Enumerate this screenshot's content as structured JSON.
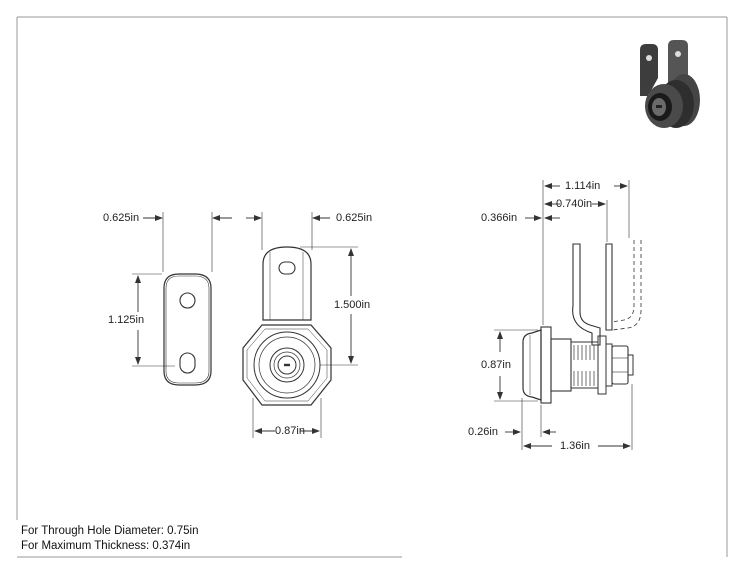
{
  "dimensions": {
    "lever_width": "0.625in",
    "front_lever_width": "0.625in",
    "lever_height": "1.125in",
    "overall_height": "1.500in",
    "front_diameter": "0.87in",
    "cam_offset": "1.114in",
    "cam_inner": "0.740in",
    "cam_thickness": "0.366in",
    "side_diameter": "0.87in",
    "bezel_depth": "0.26in",
    "overall_length": "1.36in"
  },
  "notes": {
    "hole_diameter": "For Through Hole Diameter: 0.75in",
    "max_thickness": "For Maximum Thickness: 0.374in"
  },
  "colors": {
    "line": "#333333",
    "frame": "#9a9a9a"
  },
  "icons": {
    "thumbnail": "cam-lock-render-icon"
  }
}
